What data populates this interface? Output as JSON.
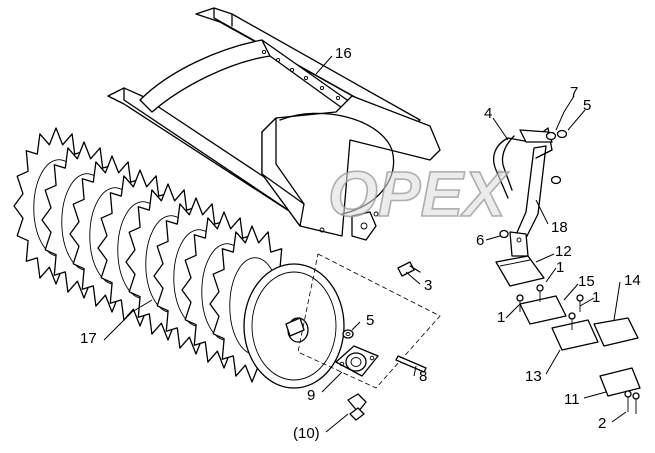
{
  "watermark": {
    "text": "OPEX",
    "registered_mark": "®"
  },
  "colors": {
    "line": "#000000",
    "background": "#ffffff",
    "watermark": "#c8c8c8"
  },
  "callouts": [
    {
      "id": "c16",
      "text": "16"
    },
    {
      "id": "c4",
      "text": "4"
    },
    {
      "id": "c7",
      "text": "7"
    },
    {
      "id": "c5a",
      "text": "5"
    },
    {
      "id": "c18",
      "text": "18"
    },
    {
      "id": "c6",
      "text": "6"
    },
    {
      "id": "c12",
      "text": "12"
    },
    {
      "id": "c1a",
      "text": "1"
    },
    {
      "id": "c15",
      "text": "15"
    },
    {
      "id": "c1b",
      "text": "1"
    },
    {
      "id": "c1c",
      "text": "1"
    },
    {
      "id": "c14",
      "text": "14"
    },
    {
      "id": "c3",
      "text": "3"
    },
    {
      "id": "c5b",
      "text": "5"
    },
    {
      "id": "c17",
      "text": "17"
    },
    {
      "id": "c8",
      "text": "8"
    },
    {
      "id": "c9",
      "text": "9"
    },
    {
      "id": "c13",
      "text": "13"
    },
    {
      "id": "c11",
      "text": "11"
    },
    {
      "id": "c2",
      "text": "2"
    },
    {
      "id": "c10",
      "text": "(10)"
    }
  ]
}
